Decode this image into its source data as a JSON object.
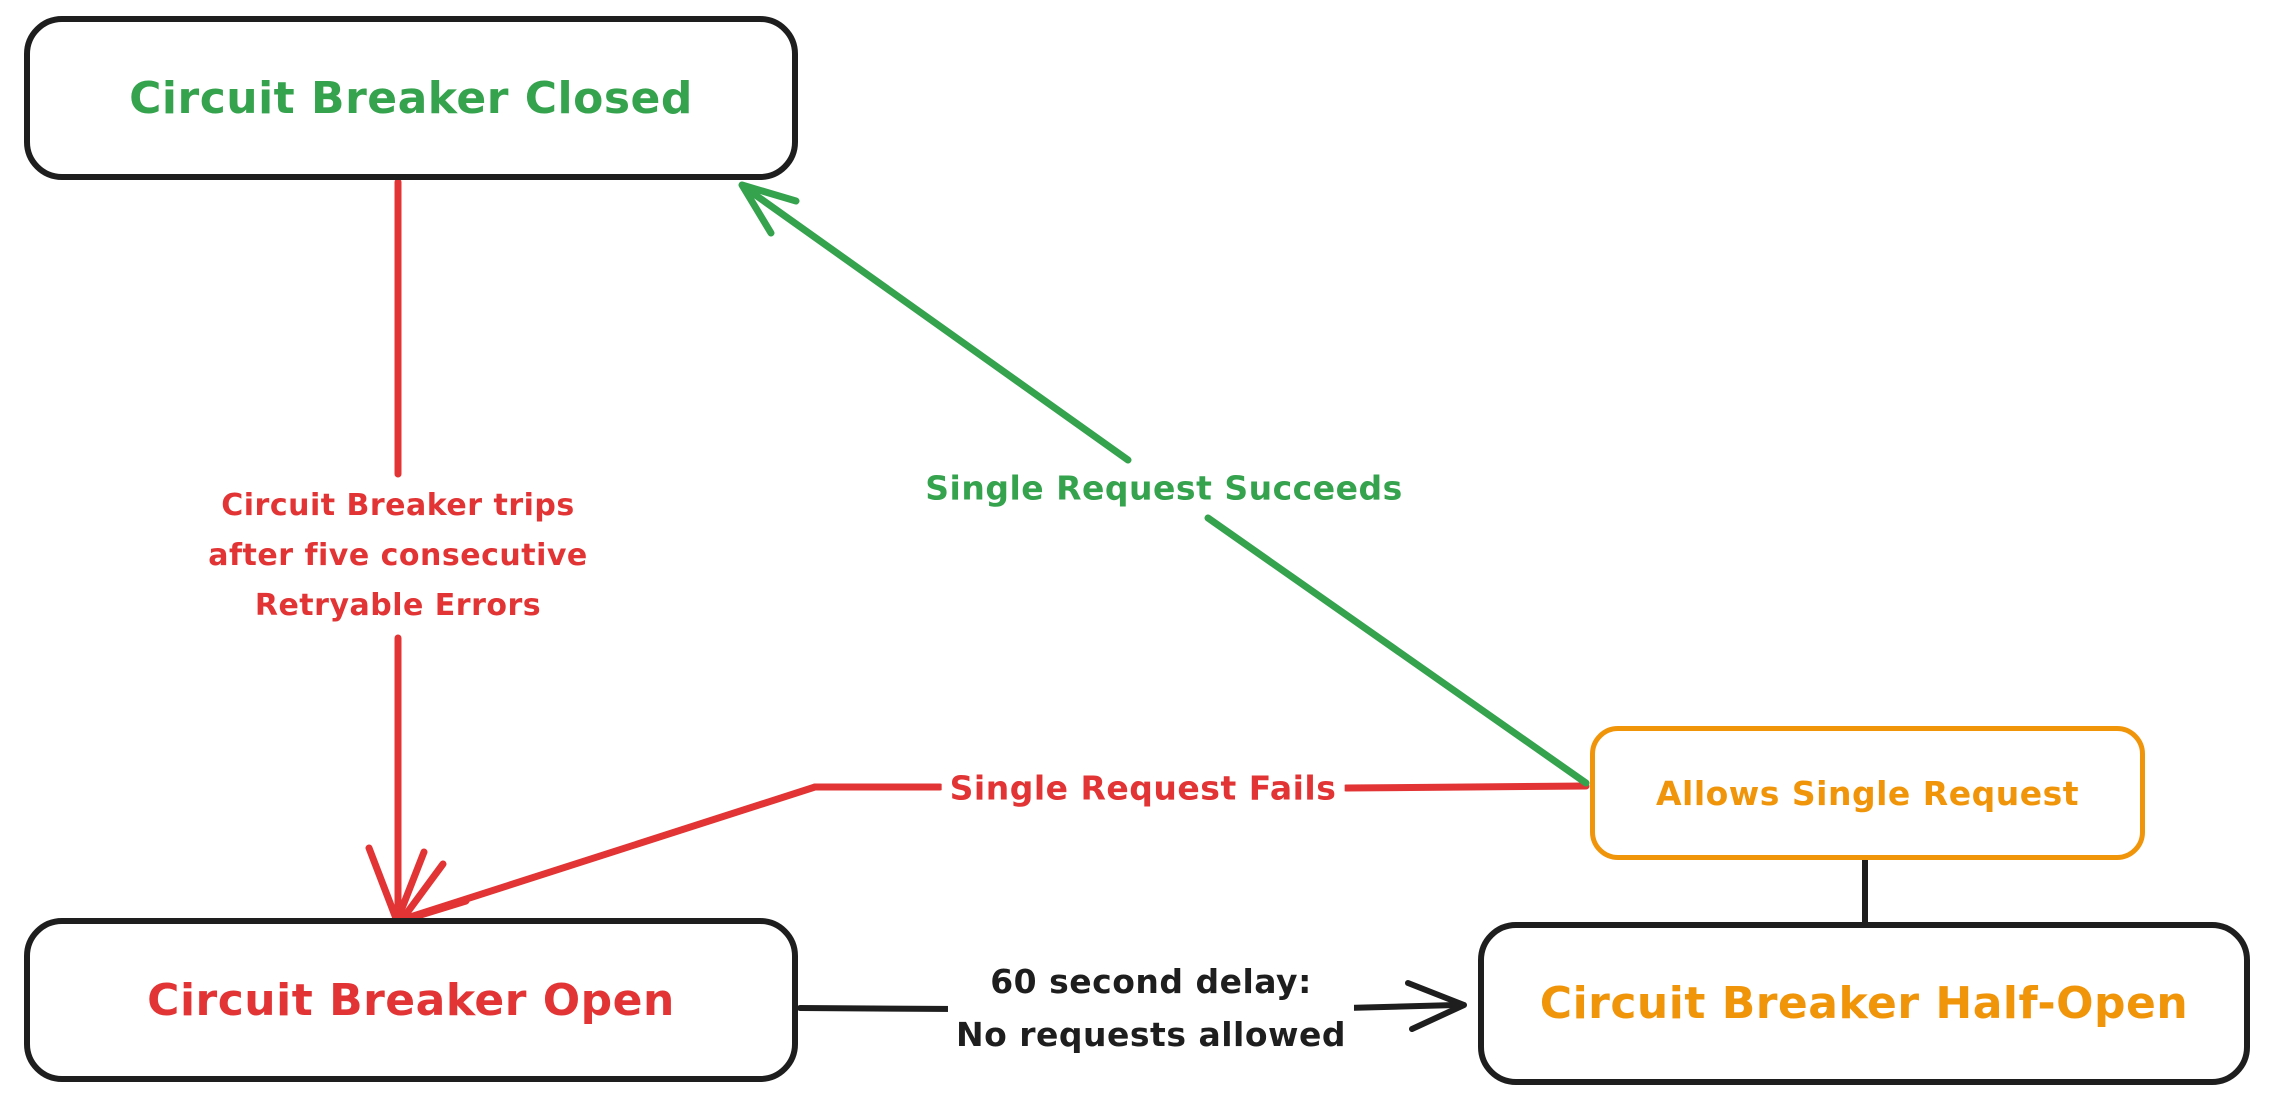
{
  "diagram": {
    "type": "state-diagram",
    "nodes": {
      "closed": {
        "label": "Circuit Breaker Closed",
        "text_color": "#35a24e",
        "border_color": "#1e1e1e"
      },
      "open": {
        "label": "Circuit Breaker Open",
        "text_color": "#e23434",
        "border_color": "#1e1e1e"
      },
      "half_open": {
        "label": "Circuit Breaker Half-Open",
        "text_color": "#f0940a",
        "border_color": "#1e1e1e"
      },
      "allows_single_request": {
        "label": "Allows Single Request",
        "text_color": "#f0940a",
        "border_color": "#f0940a"
      }
    },
    "edges": {
      "trips": {
        "from": "closed",
        "to": "open",
        "color": "#e23434",
        "label_lines": [
          "Circuit Breaker trips",
          "after five consecutive",
          "Retryable Errors"
        ]
      },
      "succeeds": {
        "from": "allows_single_request",
        "to": "closed",
        "color": "#35a24e",
        "label": "Single Request Succeeds"
      },
      "fails": {
        "from": "allows_single_request",
        "to": "open",
        "color": "#e23434",
        "label": "Single Request Fails"
      },
      "delay": {
        "from": "open",
        "to": "half_open",
        "color": "#1e1e1e",
        "label_lines": [
          "60 second delay:",
          "No requests allowed"
        ]
      },
      "connector": {
        "from": "allows_single_request",
        "to": "half_open",
        "color": "#1e1e1e",
        "label": ""
      }
    }
  }
}
